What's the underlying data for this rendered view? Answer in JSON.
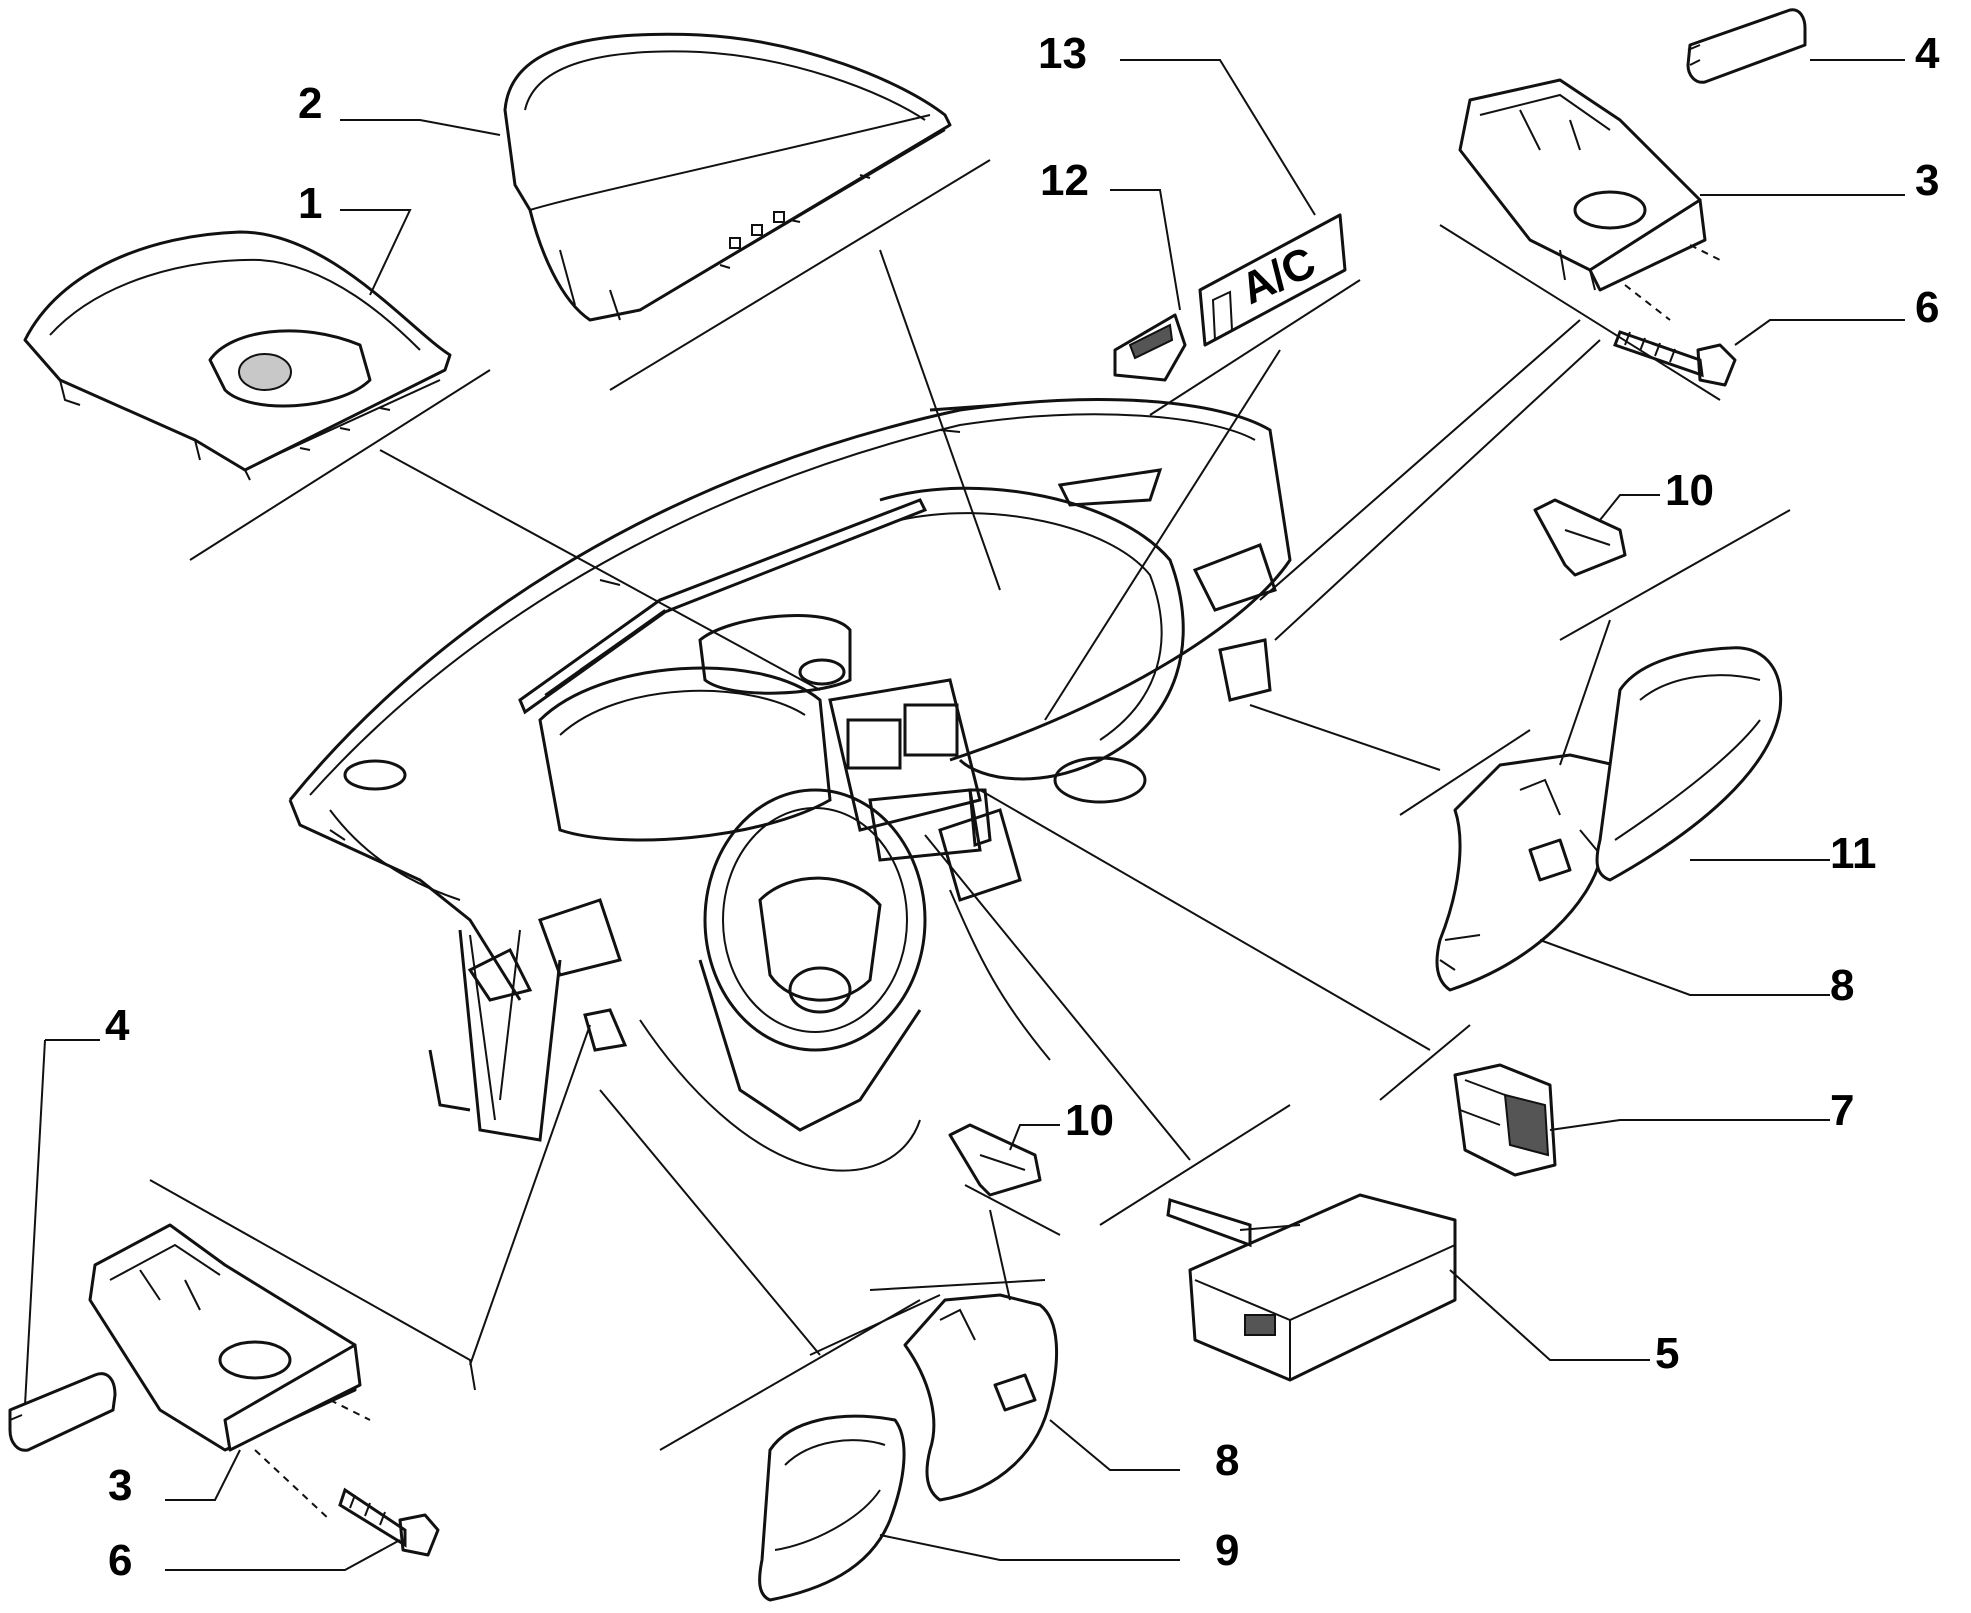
{
  "callouts": [
    {
      "id": "1"
    },
    {
      "id": "2"
    },
    {
      "id": "3"
    },
    {
      "id": "4"
    },
    {
      "id": "5"
    },
    {
      "id": "6"
    },
    {
      "id": "7"
    },
    {
      "id": "8"
    },
    {
      "id": "9"
    },
    {
      "id": "10"
    },
    {
      "id": "11"
    },
    {
      "id": "12"
    },
    {
      "id": "13"
    }
  ],
  "labels": {
    "n1": "1",
    "n2": "2",
    "n3_right": "3",
    "n3_left": "3",
    "n4_right": "4",
    "n4_left": "4",
    "n5": "5",
    "n6_right": "6",
    "n6_left": "6",
    "n7": "7",
    "n8_right": "8",
    "n8_bottom": "8",
    "n9": "9",
    "n10_right": "10",
    "n10_bottom": "10",
    "n11": "11",
    "n12": "12",
    "n13": "13"
  },
  "ac_label": "A/C",
  "colors": {
    "line": "#111111",
    "background": "#ffffff",
    "shade": "#c8c8c8"
  }
}
